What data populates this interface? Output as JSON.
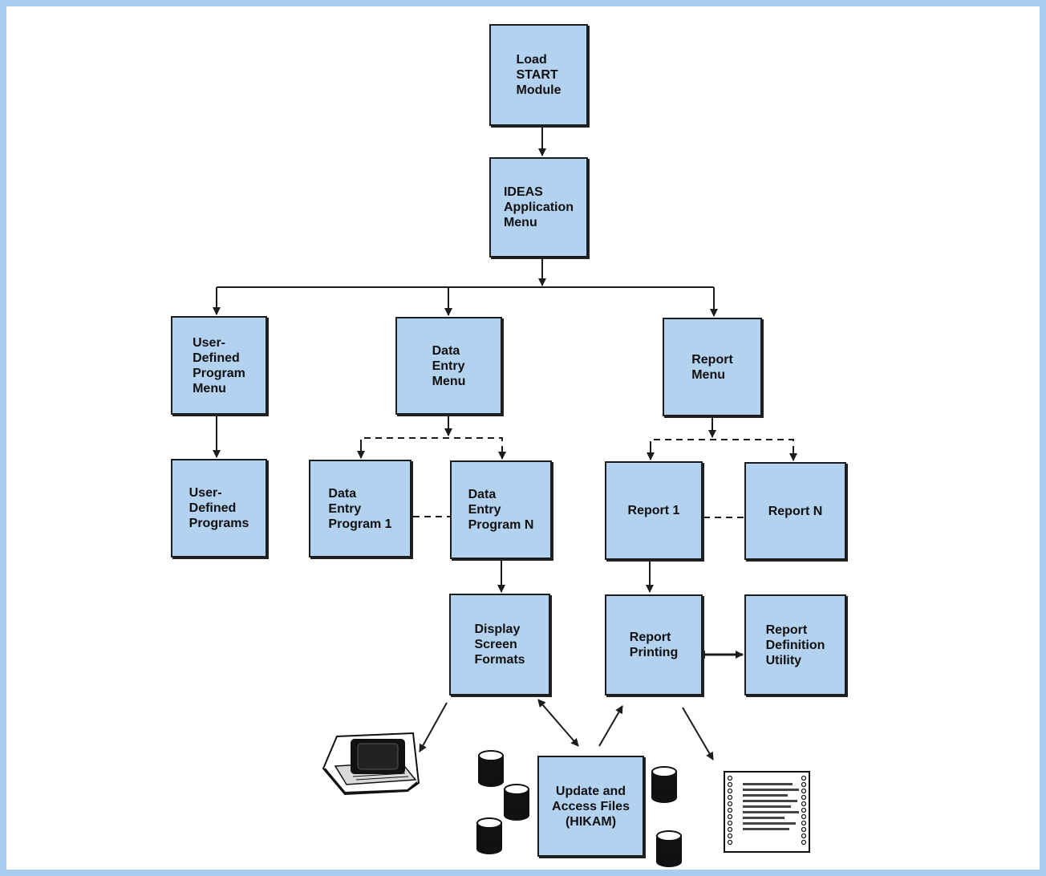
{
  "boxes": {
    "load_start": "Load\nSTART\nModule",
    "ideas_menu": "IDEAS\nApplication\nMenu",
    "user_defined_menu": "User-\nDefined\nProgram\nMenu",
    "data_entry_menu": "Data\nEntry\nMenu",
    "report_menu": "Report\nMenu",
    "user_defined_programs": "User-\nDefined\nPrograms",
    "data_entry_program_1": "Data\nEntry\nProgram 1",
    "data_entry_program_n": "Data\nEntry\nProgram N",
    "report_1": "Report 1",
    "report_n": "Report N",
    "display_screen_formats": "Display\nScreen\nFormats",
    "report_printing": "Report\nPrinting",
    "report_definition_utility": "Report\nDefinition\nUtility",
    "update_access_files": "Update and\nAccess Files\n(HIKAM)"
  },
  "colors": {
    "box_fill": "#b3d2f0",
    "frame_border": "#a9cdee",
    "line": "#1c1c1c"
  },
  "icons": {
    "terminal": "terminal-icon",
    "disk": "disk-pack-icon",
    "printout": "printout-icon"
  }
}
